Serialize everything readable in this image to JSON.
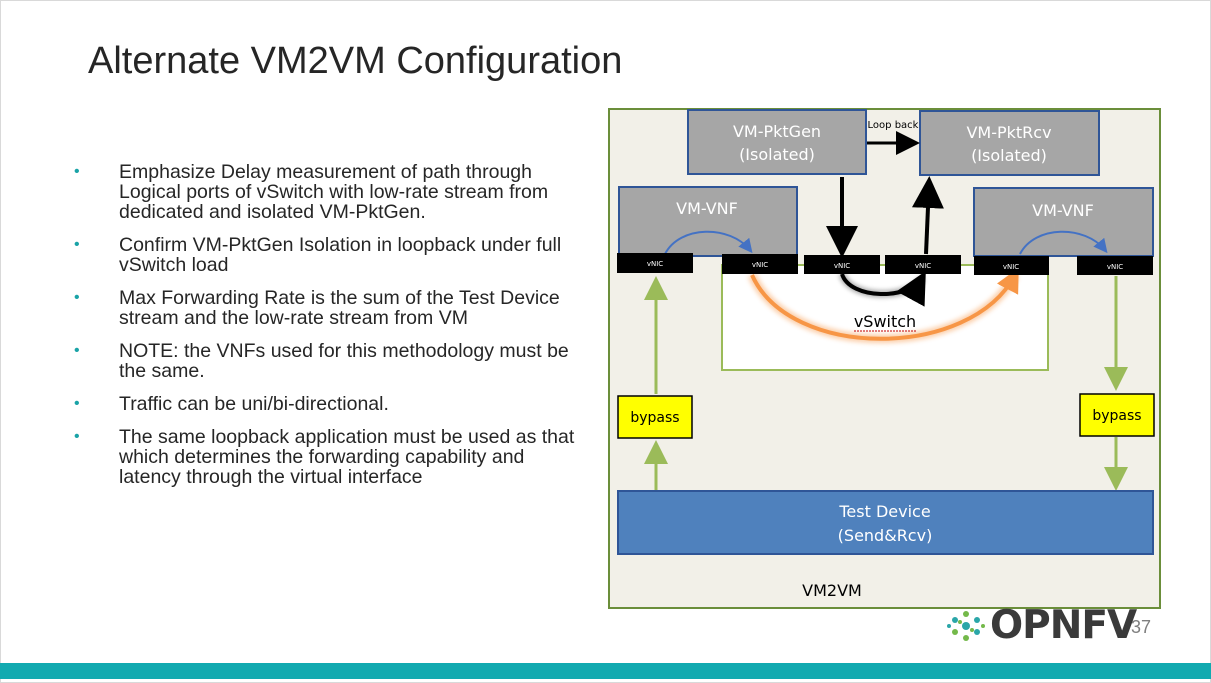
{
  "slide": {
    "title": "Alternate VM2VM Configuration",
    "page_number": "37",
    "logo_text": "OPNFV"
  },
  "bullets": [
    "Emphasize Delay measurement of path through Logical ports of vSwitch with low-rate stream from dedicated and isolated VM-PktGen.",
    "Confirm VM-PktGen Isolation in loopback under full vSwitch load",
    "Max Forwarding Rate is the sum of the Test Device stream and the low-rate stream from VM",
    "NOTE: the VNFs used for this methodology must be the same.",
    "Traffic can be uni/bi-directional.",
    "The same loopback application must be used as that which determines the forwarding capability and latency through the virtual interface"
  ],
  "bullet_marker": "•",
  "diagram": {
    "container_label": "VM2VM",
    "pktgen": {
      "name": "VM-PktGen",
      "sub": "(Isolated)"
    },
    "pktrcv": {
      "name": "VM-PktRcv",
      "sub": "(Isolated)"
    },
    "loopback_label": "Loop back",
    "vnf_left": "VM-VNF",
    "vnf_right": "VM-VNF",
    "vnic_label": "vNIC",
    "vswitch_label": "vSwitch",
    "bypass_left": "bypass",
    "bypass_right": "bypass",
    "test_device": {
      "name": "Test Device",
      "sub": "(Send&Rcv)"
    }
  },
  "colors": {
    "accent_teal": "#12aab0",
    "container_fill": "#f2f0e8",
    "container_border": "#6b8e3a",
    "vm_fill": "#a6a6a6",
    "vm_border": "#2f5597",
    "vnic_fill": "#000000",
    "bypass_fill": "#ffff00",
    "test_device_fill": "#4f81bd",
    "green_arrow": "#9bbb59",
    "orange_arc": "#f79646"
  }
}
